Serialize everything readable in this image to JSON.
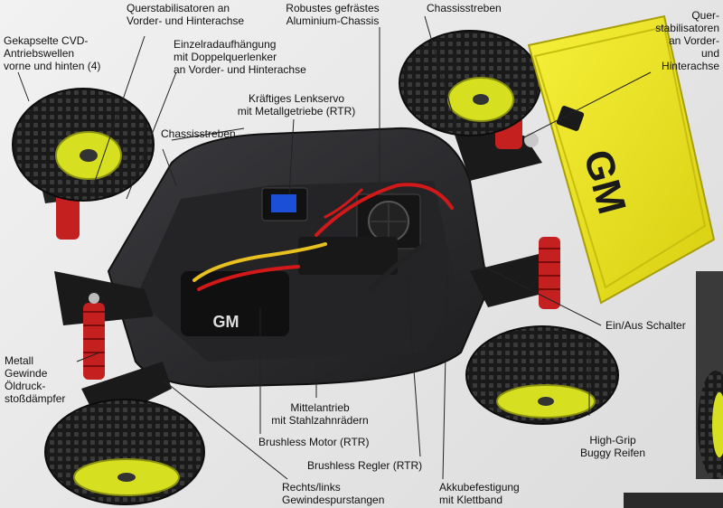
{
  "labels": {
    "cvd": "Gekapselte CVD-\nAntriebswellen\nvorne und hinten (4)",
    "stabilisator_front": "Querstabilisatoren an\nVorder- und Hinterachse",
    "einzelrad": "Einzelradaufhängung\nmit Doppelquerlenker\nan Vorder- und Hinterachse",
    "chassis": "Robustes gefrästes\nAluminium-Chassis",
    "chassisstreben_top": "Chassisstreben",
    "stabilisator_rear": "Quer-\nstabilisatoren\nan Vorder-\nund\nHinterachse",
    "lenkservo": "Kräftiges Lenkservo\nmit Metallgetriebe (RTR)",
    "chassisstreben_left": "Chassisstreben",
    "ein_aus": "Ein/Aus Schalter",
    "metall": "Metall\nGewinde\nÖldruck-\nstoßdämpfer",
    "mittelantrieb": "Mittelantrieb\nmit Stahlzahnrädern",
    "high_grip": "High-Grip\nBuggy Reifen",
    "motor": "Brushless Motor (RTR)",
    "regler": "Brushless Regler (RTR)",
    "spurstangen": "Rechts/links\nGewindespurstangen",
    "akku": "Akkubefestigung\nmit Klettband"
  },
  "logos": {
    "motor_logo": "GM",
    "wing_logo": "GM"
  },
  "colors": {
    "tire": "#1c1c1c",
    "rim": "#d6e020",
    "wing": "#f2ea1c",
    "chassis": "#2a2a2c",
    "shock_spring": "#c42020",
    "wire_red": "#d21818",
    "wire_yellow": "#e8c020"
  }
}
